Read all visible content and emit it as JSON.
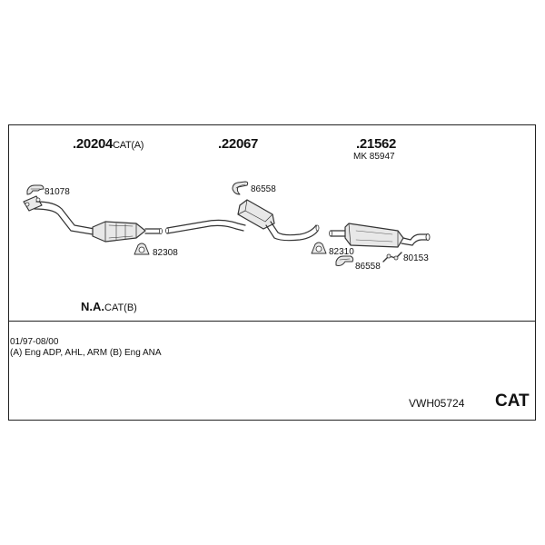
{
  "assemblies": [
    {
      "part_number": ".20204",
      "suffix": "CAT(A)"
    },
    {
      "part_number": ".22067",
      "suffix": ""
    },
    {
      "part_number": ".21562",
      "suffix": ""
    }
  ],
  "mk_label": "MK 85947",
  "na_label": {
    "main": "N.A.",
    "suffix": "CAT(B)"
  },
  "part_labels": {
    "clamp_front": "81078",
    "gasket_front": "82308",
    "clamp_mid": "86558",
    "gasket_rear": "82310",
    "clamp_rear": "86558",
    "hanger_rear": "80153"
  },
  "notes": {
    "date_range": "01/97-08/00",
    "engines": "(A) Eng ADP, AHL, ARM (B) Eng ANA"
  },
  "kit_code": "VWH05724",
  "kit_type": "CAT",
  "icons": [
    "clamp-icon",
    "gasket-icon",
    "hanger-icon",
    "catalytic-converter-icon",
    "muffler-icon"
  ],
  "colors": {
    "line": "#222222",
    "part_fill": "#e8e8e8",
    "part_stroke": "#333333"
  }
}
